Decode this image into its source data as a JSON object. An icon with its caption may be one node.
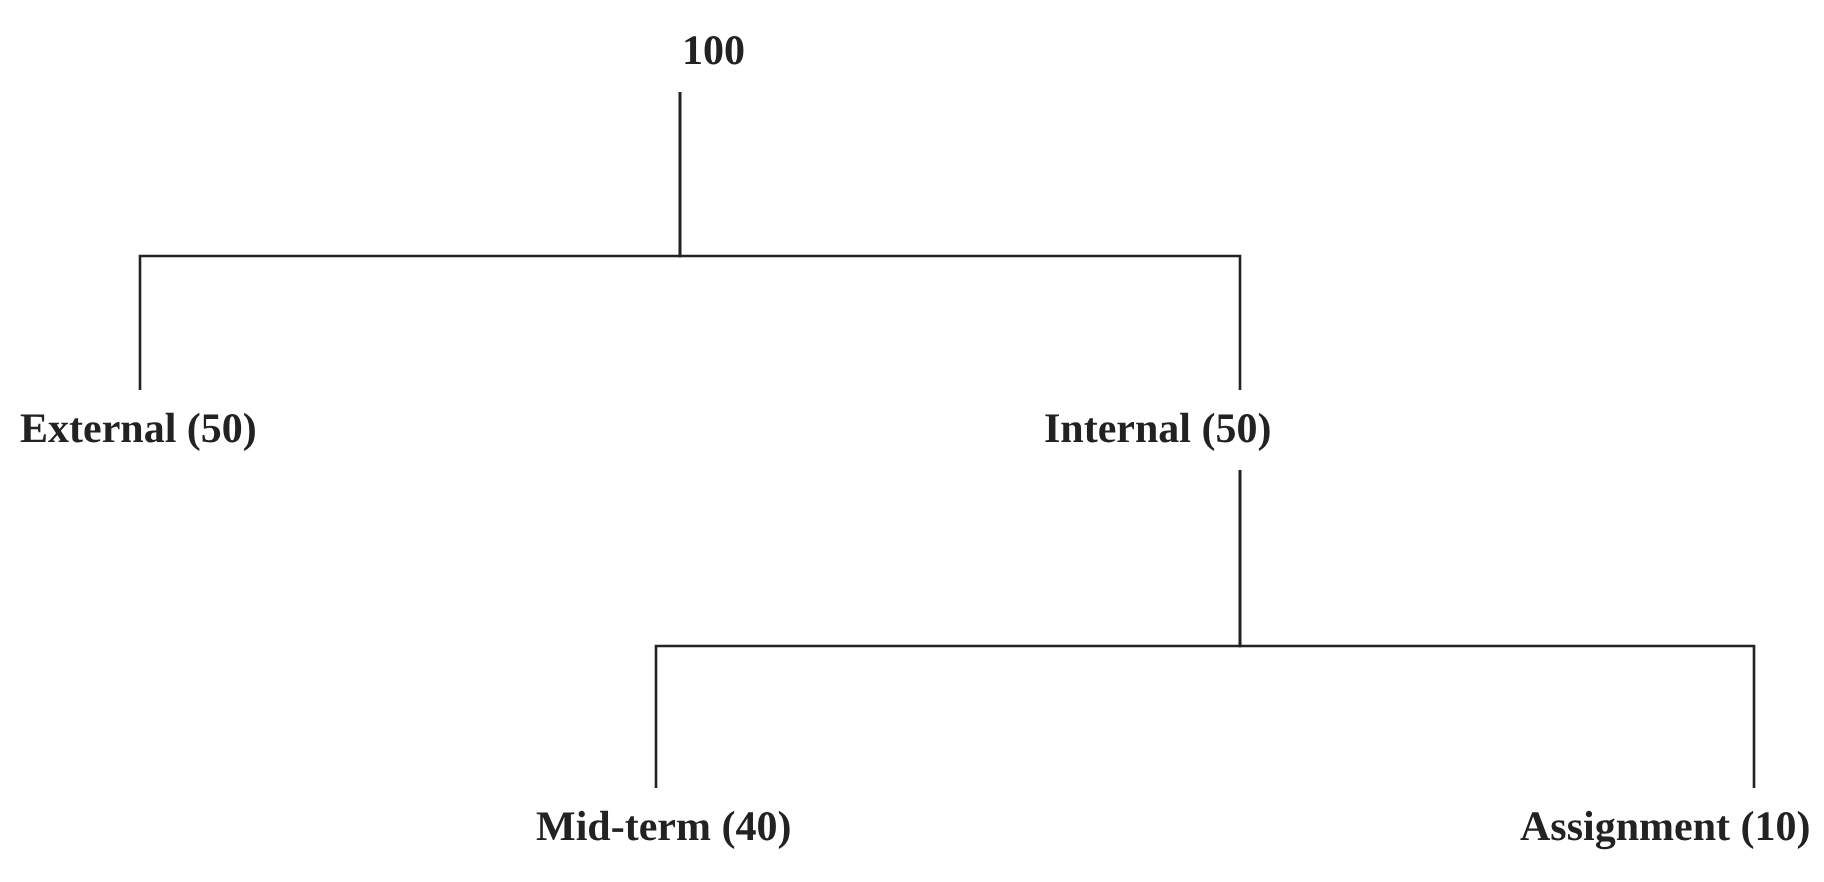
{
  "diagram": {
    "nodes": [
      {
        "text": [
          "100"
        ]
      },
      {
        "text": [
          "External (50)"
        ]
      },
      {
        "text": [
          "Internal (50)"
        ]
      },
      {
        "text": [
          "Mid-term (40)"
        ]
      },
      {
        "text": [
          "Assignment (10)"
        ]
      }
    ],
    "edges": [
      {
        "from": 0,
        "to": 1,
        "arrow": "none"
      },
      {
        "from": 0,
        "to": 2,
        "arrow": "none"
      },
      {
        "from": 2,
        "to": 3,
        "arrow": "none"
      },
      {
        "from": 2,
        "to": 4,
        "arrow": "none"
      }
    ]
  }
}
